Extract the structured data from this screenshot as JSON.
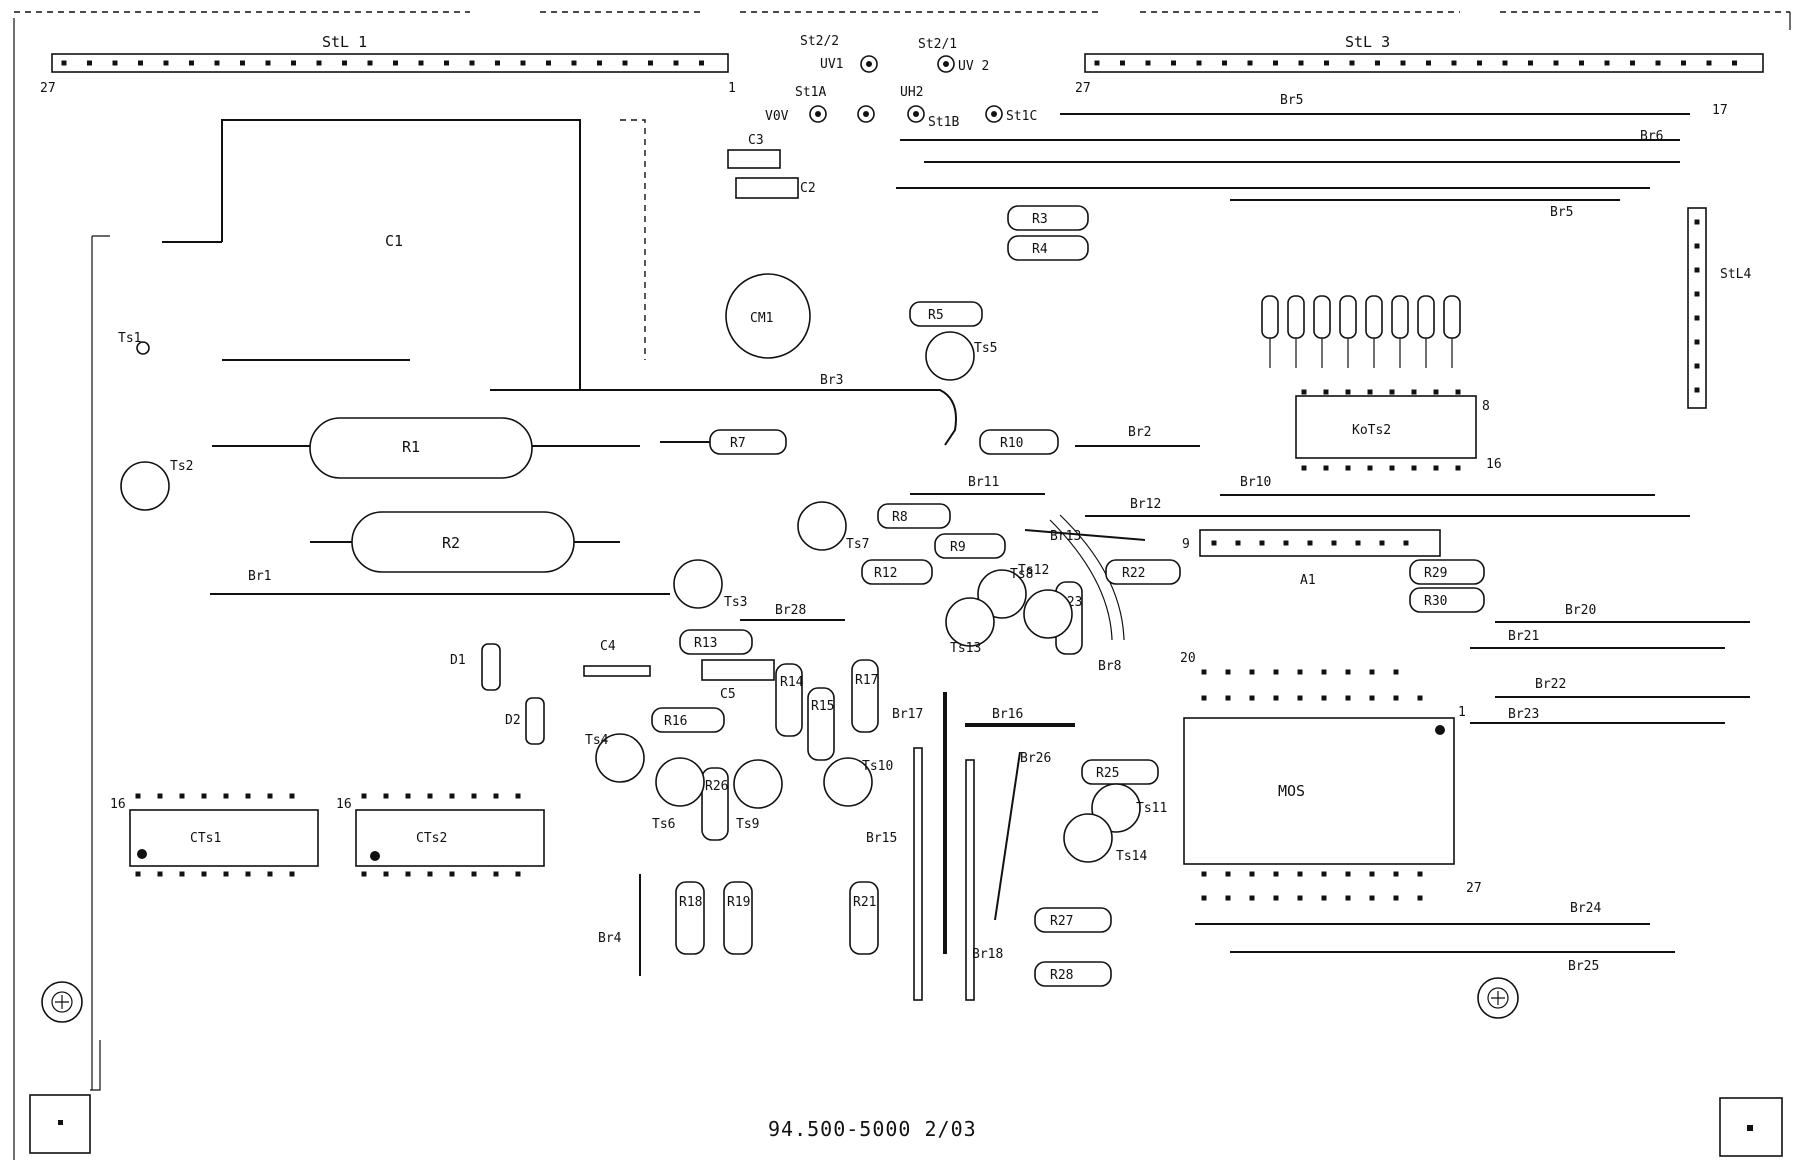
{
  "board": {
    "part_number": "94.500-5000 2/03"
  },
  "connectors": {
    "stl1": "StL 1",
    "stl1_pin_left": "27",
    "stl1_pin_right": "1",
    "stl3": "StL 3",
    "stl3_pin_left": "27",
    "stl4": "StL4"
  },
  "labels": {
    "st22": "St2/2",
    "st21": "St2/1",
    "uv1": "UV1",
    "uv2": "UV 2",
    "st1a": "St1A",
    "st1b": "St1B",
    "st1c": "St1C",
    "v0v": "V0V",
    "uh2": "UH2",
    "c1": "C1",
    "c2": "C2",
    "c3": "C3",
    "c4": "C4",
    "c5": "C5",
    "d1": "D1",
    "d2": "D2",
    "ts1": "Ts1",
    "ts2": "Ts2",
    "ts3": "Ts3",
    "ts4": "Ts4",
    "ts5": "Ts5",
    "ts6": "Ts6",
    "ts7": "Ts7",
    "ts8": "Ts8",
    "ts9": "Ts9",
    "ts10": "Ts10",
    "ts11": "Ts11",
    "ts12": "Ts12",
    "ts13": "Ts13",
    "ts14": "Ts14",
    "ic_ts1": "CTs1",
    "ic_ts2": "CTs2",
    "ic_ts1_pin": "16",
    "ic_ts2_pin": "16",
    "r1": "R1",
    "r2": "R2",
    "r3": "R3",
    "r4": "R4",
    "r5": "R5",
    "r7": "R7",
    "r8": "R8",
    "r9": "R9",
    "r10": "R10",
    "r12": "R12",
    "r13": "R13",
    "r14": "R14",
    "r15": "R15",
    "r16": "R16",
    "r17": "R17",
    "r18": "R18",
    "r19": "R19",
    "r21": "R21",
    "r22": "R22",
    "r23": "R23",
    "r25": "R25",
    "r26": "R26",
    "r27": "R27",
    "r28": "R28",
    "r29": "R29",
    "r30": "R30",
    "br1": "Br1",
    "br2": "Br2",
    "br3": "Br3",
    "br4": "Br4",
    "br5": "Br5",
    "br6": "Br6",
    "br8": "Br8",
    "br10": "Br10",
    "br11": "Br11",
    "br12": "Br12",
    "br13": "Br13",
    "br15": "Br15",
    "br16": "Br16",
    "br17": "Br17",
    "br18": "Br18",
    "br20": "Br20",
    "br21": "Br21",
    "br22": "Br22",
    "br23": "Br23",
    "br24": "Br24",
    "br25": "Br25",
    "br26": "Br26",
    "br28": "Br28",
    "cm1": "CM1",
    "a1": "A1",
    "a1_pin": "9",
    "ko_ts2": "KoTs2",
    "ko_pin_a": "8",
    "ko_pin_b": "16",
    "mos": "MOS",
    "mos_pin_20": "20",
    "mos_pin_1": "1",
    "mos_pin_27": "27",
    "pin_17": "17"
  }
}
